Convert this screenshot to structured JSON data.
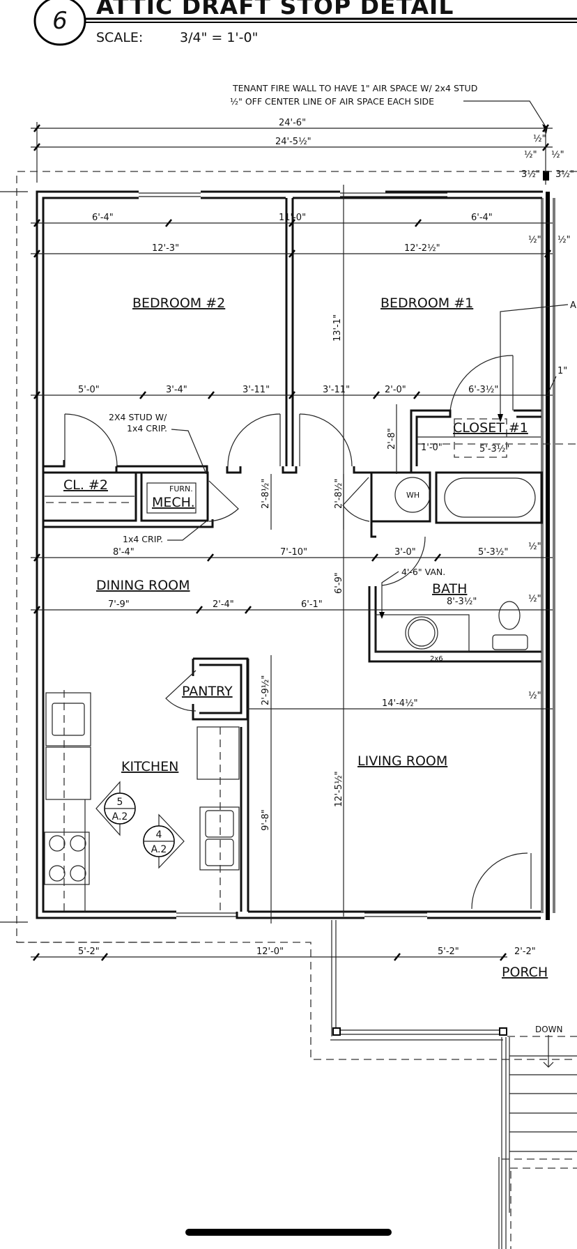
{
  "header": {
    "detail_number": "6",
    "title": "ATTIC DRAFT STOP DETAIL",
    "scale_label": "SCALE:",
    "scale_value": "3/4\" = 1'-0\""
  },
  "notes": {
    "fire_wall_line1": "TENANT FIRE WALL TO HAVE 1\" AIR SPACE W/ 2x4 STUD",
    "fire_wall_line2": "½\" OFF CENTER LINE OF AIR SPACE EACH SIDE",
    "stud_line1": "2X4 STUD W/",
    "stud_line2": "1x4 CRIP.",
    "crip": "1x4 CRIP.",
    "vanity": "4'-6\" VAN.",
    "stud_2x6": "2x6",
    "down": "DOWN",
    "right_edge_letter": "A"
  },
  "rooms": {
    "bedroom2": "BEDROOM #2",
    "bedroom1": "BEDROOM #1",
    "closet2": "CL. #2",
    "closet1": "CLOSET #1",
    "mech": "MECH.",
    "furn": "FURN.",
    "wh": "WH",
    "dining": "DINING ROOM",
    "bath": "BATH",
    "pantry": "PANTRY",
    "kitchen": "KITCHEN",
    "living": "LIVING ROOM",
    "porch": "PORCH"
  },
  "section_markers": [
    {
      "number": "5",
      "sheet": "A.2"
    },
    {
      "number": "4",
      "sheet": "A.2"
    }
  ],
  "dimensions": {
    "overall_1": "24'-6\"",
    "overall_2": "24'-5½\"",
    "half_a": "½\"",
    "half_b": "½\"",
    "half_c": "½\"",
    "three_half_l": "3½\"",
    "three_half_r": "3½\"",
    "top_6_4_left": "6'-4\"",
    "top_11_0": "11'-0\"",
    "top_6_4_right": "6'-4\"",
    "bed2_width": "12'-3\"",
    "bed1_width": "12'-2½\"",
    "half_r1": "½\"",
    "half_r2": "½\"",
    "bed_height": "13'-1\"",
    "row_5_0": "5'-0\"",
    "row_3_4": "3'-4\"",
    "row_3_11a": "3'-11\"",
    "row_3_11b": "3'-11\"",
    "row_2_0": "2'-0\"",
    "row_6_3h": "6'-3½\"",
    "one_inch": "1\"",
    "v_2_8": "2'-8\"",
    "cl_1_0": "1'-0\"",
    "cl_5_3h": "5'-3½\"",
    "v_2_8h_a": "2'-8½\"",
    "v_2_8h_b": "2'-8½\"",
    "row_8_4": "8'-4\"",
    "row_7_10": "7'-10\"",
    "row_3_0": "3'-0\"",
    "row_5_3h": "5'-3½\"",
    "half_r3": "½\"",
    "v_6_9": "6'-9\"",
    "row_7_9": "7'-9\"",
    "row_2_4": "2'-4\"",
    "row_6_1": "6'-1\"",
    "bath_8_3h": "8'-3½\"",
    "half_r4": "½\"",
    "v_2_9h": "2'-9½\"",
    "row_14_4h": "14'-4½\"",
    "half_r5": "½\"",
    "v_12_5h": "12'-5½\"",
    "v_9_8": "9'-8\"",
    "bot_5_2a": "5'-2\"",
    "bot_12_0": "12'-0\"",
    "bot_5_2b": "5'-2\"",
    "bot_2_2": "2'-2\""
  }
}
